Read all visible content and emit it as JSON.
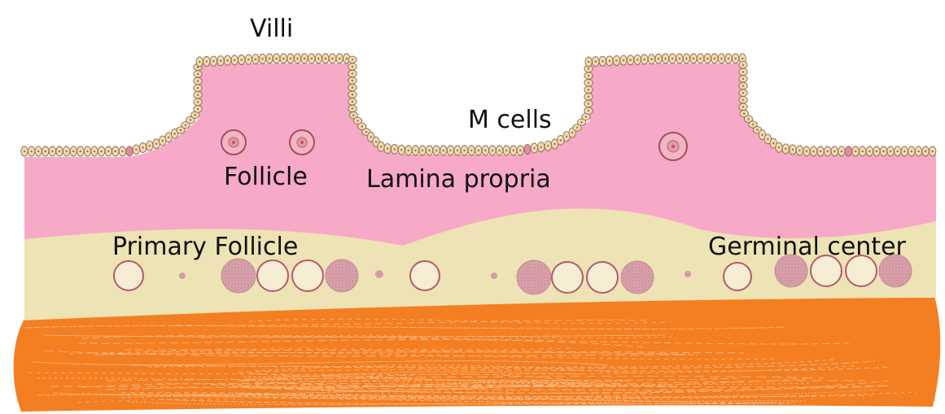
{
  "labels": {
    "villi": "Villi",
    "m_cells": "M cells",
    "follicle": "Follicle",
    "lamina_propria": "Lamina propria",
    "primary_follicle": "Primary Follicle",
    "germinal_center": "Germinal center"
  },
  "colors": {
    "lamina_propria": "#f7a9c8",
    "submucosa": "#eee3b4",
    "muscularis": "#f47e22",
    "epithelial_cell": "#f1dcb4",
    "cell_outline": "#8c6a4a",
    "follicle_ring": "#a44e5c",
    "germinal_center_fill": "#d7a2ac",
    "m_cell": "#e48aa6"
  }
}
